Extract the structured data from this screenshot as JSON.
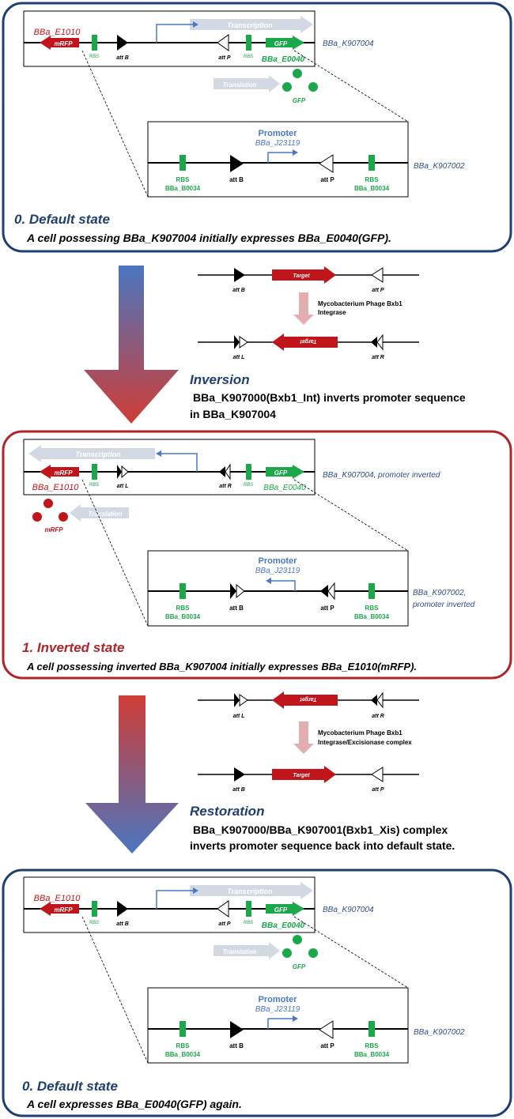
{
  "colors": {
    "blue_frame": "#1f3f73",
    "red_frame": "#b0252b",
    "gfp_green": "#1aa84a",
    "mrfp_red": "#c0151b",
    "promoter_blue": "#4a78c2",
    "arrow_gray": "#d3d9e3",
    "label_blue": "#2f4d85"
  },
  "default1": {
    "e1010": "BBa_E1010",
    "mrfp": "mRFP",
    "rbs": "RBS",
    "attb": "att B",
    "attp": "att P",
    "rbs2": "RBS",
    "gfp": "GFP",
    "e0040": "BBa_E0040",
    "transcription": "Transcription",
    "translation": "Translation",
    "gfp_prot": "GFP",
    "k907004": "BBa_K907004",
    "inset": {
      "promoter": "Promoter",
      "j23119": "BBa_J23119",
      "rbs_left": "RBS",
      "b0034_left": "BBa_B0034",
      "attb": "att B",
      "attp": "att P",
      "rbs_right": "RBS",
      "b0034_right": "BBa_B0034",
      "k907002": "BBa_K907002"
    },
    "title": "0. Default state",
    "desc": "A cell possessing BBa_K907004 initially expresses BBa_E0040(GFP)."
  },
  "inversion": {
    "attb": "att B",
    "target": "Target",
    "attp": "att P",
    "enzyme1": "Mycobacterium Phage Bxb1",
    "enzyme2": "Integrase",
    "attl": "att L",
    "target_inv": "Target",
    "attr": "att R",
    "title": "Inversion",
    "desc1": "BBa_K907000(Bxb1_Int) inverts promoter sequence",
    "desc2": "in BBa_K907004"
  },
  "inverted": {
    "transcription": "Transcription",
    "mrfp": "mRFP",
    "e1010": "BBa_E1010",
    "rbs": "RBS",
    "attl": "att L",
    "attr": "att R",
    "rbs2": "RBS",
    "gfp": "GFP",
    "e0040": "BBa_E0040",
    "k907004_inv": "BBa_K907004, promoter inverted",
    "translation": "Translation",
    "mrfp_prot": "mRFP",
    "inset": {
      "promoter": "Promoter",
      "j23119": "BBa_J23119",
      "rbs_left": "RBS",
      "b0034_left": "BBa_B0034",
      "attb": "att B",
      "attp": "att P",
      "rbs_right": "RBS",
      "b0034_right": "BBa_B0034",
      "k907002_l1": "BBa_K907002,",
      "k907002_l2": "promoter inverted"
    },
    "title": "1. Inverted state",
    "desc": "A cell possessing inverted BBa_K907004 initially expresses BBa_E1010(mRFP)."
  },
  "restoration": {
    "attl": "att L",
    "target_inv": "Target",
    "attr": "att R",
    "enzyme1": "Mycobacterium Phage Bxb1",
    "enzyme2": "Integrase/Excisionase complex",
    "attb": "att B",
    "target": "Target",
    "attp": "att P",
    "title": "Restoration",
    "desc1": "BBa_K907000/BBa_K907001(Bxb1_Xis) complex",
    "desc2": "inverts promoter sequence back into default state."
  },
  "default2": {
    "e1010": "BBa_E1010",
    "mrfp": "mRFP",
    "rbs": "RBS",
    "attb": "att B",
    "attp": "att P",
    "rbs2": "RBS",
    "gfp": "GFP",
    "e0040": "BBa_E0040",
    "transcription": "Transcription",
    "translation": "Translation",
    "gfp_prot": "GFP",
    "k907004": "BBa_K907004",
    "inset": {
      "promoter": "Promoter",
      "j23119": "BBa_J23119",
      "rbs_left": "RBS",
      "b0034_left": "BBa_B0034",
      "attb": "att B",
      "attp": "att P",
      "rbs_right": "RBS",
      "b0034_right": "BBa_B0034",
      "k907002": "BBa_K907002"
    },
    "title": "0. Default state",
    "desc": "A cell expresses BBa_E0040(GFP) again."
  }
}
